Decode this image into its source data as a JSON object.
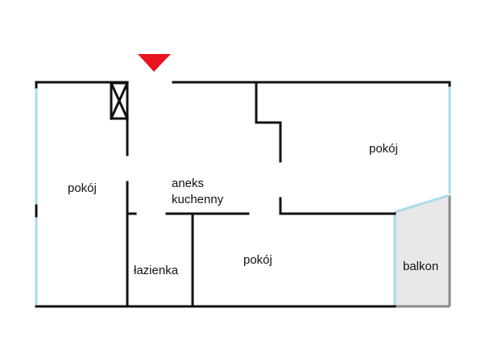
{
  "rooms": {
    "pokoj_left": "pokój",
    "pokoj_right": "pokój",
    "pokoj_bottom": "pokój",
    "aneks_line1": "aneks",
    "aneks_line2": "kuchenny",
    "lazienka": "łazienka",
    "balkon": "balkon"
  },
  "colors": {
    "wall": "#111111",
    "window": "#a9dce6",
    "entrance_marker": "#e8141f",
    "balcony_fill": "#e8e8e8"
  },
  "icons": {
    "entrance": "entrance-arrow-icon",
    "shaft": "ventilation-shaft-icon"
  }
}
